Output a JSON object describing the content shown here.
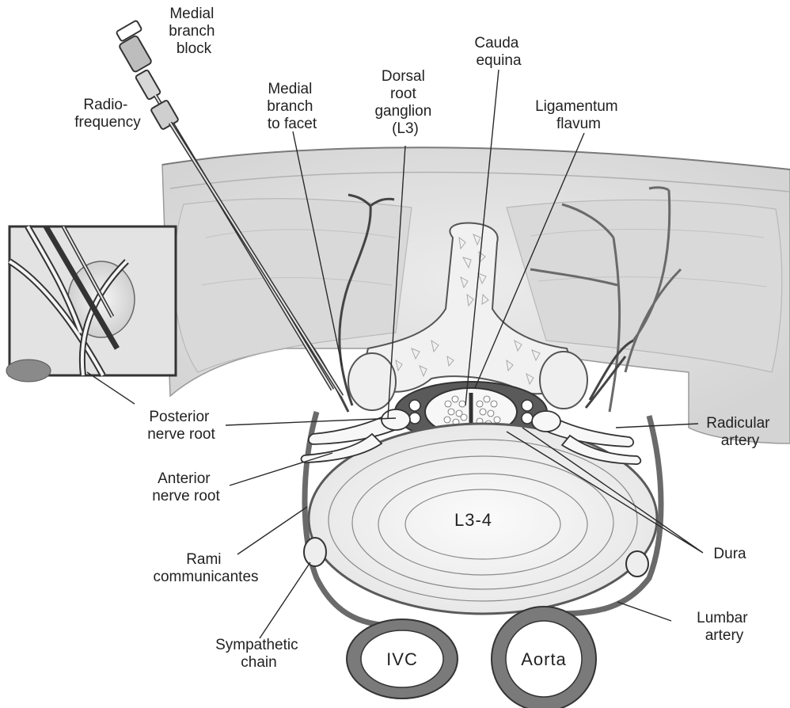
{
  "labels": {
    "medial_branch_block": [
      "Medial",
      "branch",
      "block"
    ],
    "radiofrequency": [
      "Radio-",
      "frequency"
    ],
    "medial_branch_to_facet": [
      "Medial",
      "branch",
      "to facet"
    ],
    "dorsal_root_ganglion": [
      "Dorsal",
      "root",
      "ganglion",
      "(L3)"
    ],
    "cauda_equina": [
      "Cauda",
      "equina"
    ],
    "ligamentum_flavum": [
      "Ligamentum",
      "flavum"
    ],
    "posterior_nerve_root": [
      "Posterior",
      "nerve root"
    ],
    "anterior_nerve_root": [
      "Anterior",
      "nerve root"
    ],
    "rami_communicantes": [
      "Rami",
      "communicantes"
    ],
    "sympathetic_chain": [
      "Sympathetic",
      "chain"
    ],
    "radicular_artery": [
      "Radicular",
      "artery"
    ],
    "dura": [
      "Dura"
    ],
    "lumbar_artery": [
      "Lumbar",
      "artery"
    ],
    "disc": "L3-4",
    "ivc": "IVC",
    "aorta": "Aorta"
  },
  "colors": {
    "ink": "#222222",
    "tissue": "#e2e2e2",
    "muscle": "#cfcfcf",
    "bone": "#f2f2f2",
    "vessel": "#6a6a6a"
  }
}
